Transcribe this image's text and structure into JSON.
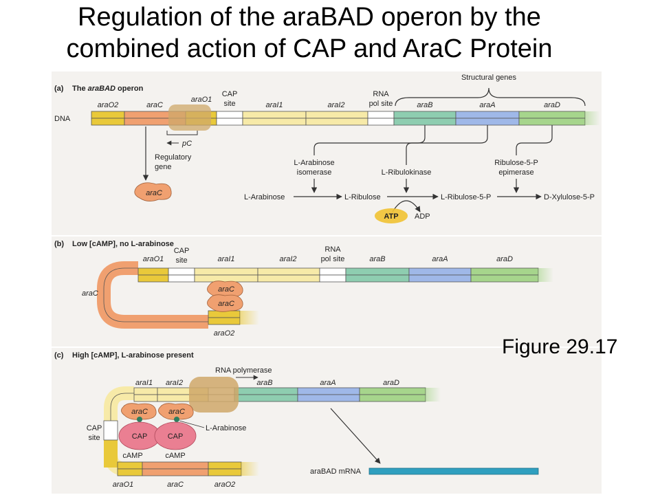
{
  "title_line1": "Regulation of the araBAD operon by the",
  "title_line2": "combined action of CAP and AraC Protein",
  "figure_label": "Figure 29.17",
  "panel_a": {
    "letter": "(a)",
    "heading_prefix": "The ",
    "heading_em": "araBAD",
    "heading_suffix": " operon",
    "structural_genes": "Structural genes",
    "dna": "DNA",
    "araO2": "araO2",
    "araC": "araC",
    "araO1": "araO1",
    "cap_site_1": "CAP",
    "cap_site_2": "site",
    "araI1": "araI1",
    "araI2": "araI2",
    "rna_pol_1": "RNA",
    "rna_pol_2": "pol site",
    "araB": "araB",
    "araA": "araA",
    "araD": "araD",
    "pc": "pC",
    "regulatory_1": "Regulatory",
    "regulatory_2": "gene",
    "arac_protein": "araC",
    "isomerase_1": "L-Arabinose",
    "isomerase_2": "isomerase",
    "ribulokinase": "L-Ribulokinase",
    "epimerase_1": "Ribulose-5-P",
    "epimerase_2": "epimerase",
    "l_arabinose": "L-Arabinose",
    "l_ribulose": "L-Ribulose",
    "l_ribulose_5p": "L-Ribulose-5-P",
    "d_xylulose_5p": "D-Xylulose-5-P",
    "atp": "ATP",
    "adp": "ADP"
  },
  "panel_b": {
    "letter": "(b)",
    "heading": "Low [cAMP], no L-arabinose",
    "araO1": "araO1",
    "cap_site_1": "CAP",
    "cap_site_2": "site",
    "araI1": "araI1",
    "araI2": "araI2",
    "rna_pol_1": "RNA",
    "rna_pol_2": "pol site",
    "araB": "araB",
    "araA": "araA",
    "araD": "araD",
    "araC_loop": "araC",
    "arac_1": "araC",
    "arac_2": "araC",
    "araO2": "araO2"
  },
  "panel_c": {
    "letter": "(c)",
    "heading": "High [cAMP], L-arabinose present",
    "rna_polymerase": "RNA polymerase",
    "araI1": "araI1",
    "araI2": "araI2",
    "araB": "araB",
    "araA": "araA",
    "araD": "araD",
    "arac_1": "araC",
    "arac_2": "araC",
    "cap_site_1": "CAP",
    "cap_site_2": "site",
    "cap_1": "CAP",
    "cap_2": "CAP",
    "camp_1": "cAMP",
    "camp_2": "cAMP",
    "l_arabinose": "L-Arabinose",
    "arabad_mrna": "araBAD mRNA",
    "araO1": "araO1",
    "araC_bottom": "araC",
    "araO2": "araO2"
  },
  "colors": {
    "yellow_o": "#e9c93a",
    "orange_c": "#f0a070",
    "pale_i": "#f7eaa8",
    "green_b": "#8ecdb0",
    "blue_a": "#9fb8e8",
    "green_d": "#a6d58c",
    "tan_protein": "#cfa86a",
    "pink_cap": "#ea7f92",
    "atp_yellow": "#f1c232",
    "mrna_teal": "#2f9fbf",
    "panel_bg": "#f4f2ef"
  }
}
